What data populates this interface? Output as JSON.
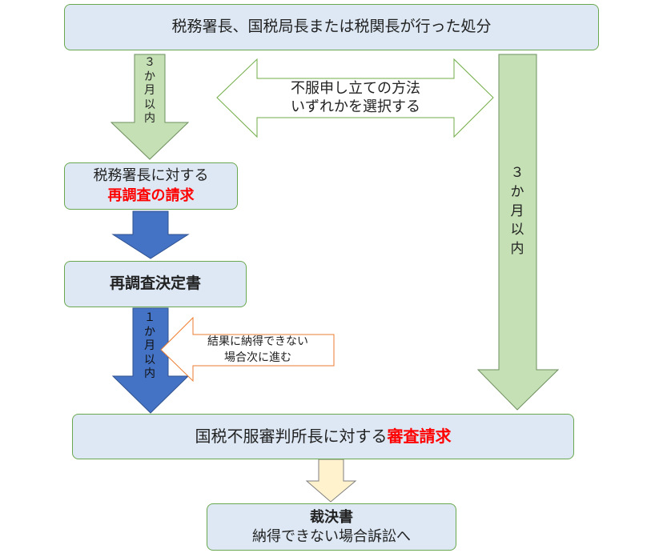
{
  "boxes": {
    "top": "税務署長、国税局長または税関長が行った処分",
    "reinvestigation_line1": "税務署長に対する",
    "reinvestigation_line2": "再調査の請求",
    "decision": "再調査決定書",
    "review_prefix": "国税不服審判所長に対する",
    "review_emph": "審査請求",
    "verdict_title": "裁決書",
    "verdict_sub": "納得できない場合訴訟へ"
  },
  "arrows": {
    "left_period": [
      "３",
      "か",
      "月",
      "以",
      "内"
    ],
    "right_period": [
      "３",
      "か",
      "月",
      "以",
      "内"
    ],
    "mid_period": [
      "１",
      "か",
      "月",
      "以",
      "内"
    ],
    "choice_line1": "不服申し立ての方法",
    "choice_line2": "いずれかを選択する",
    "notice_line1": "結果に納得できない",
    "notice_line2": "場合次に進む"
  },
  "colors": {
    "box_fill": "#dde8f4",
    "box_border": "#6aa84f",
    "green_arrow": "#c5e0b4",
    "blue_arrow": "#4472c4",
    "yellow_arrow": "#fff2cc",
    "orange_border": "#ed7d31",
    "emphasis": "#ff0000"
  }
}
